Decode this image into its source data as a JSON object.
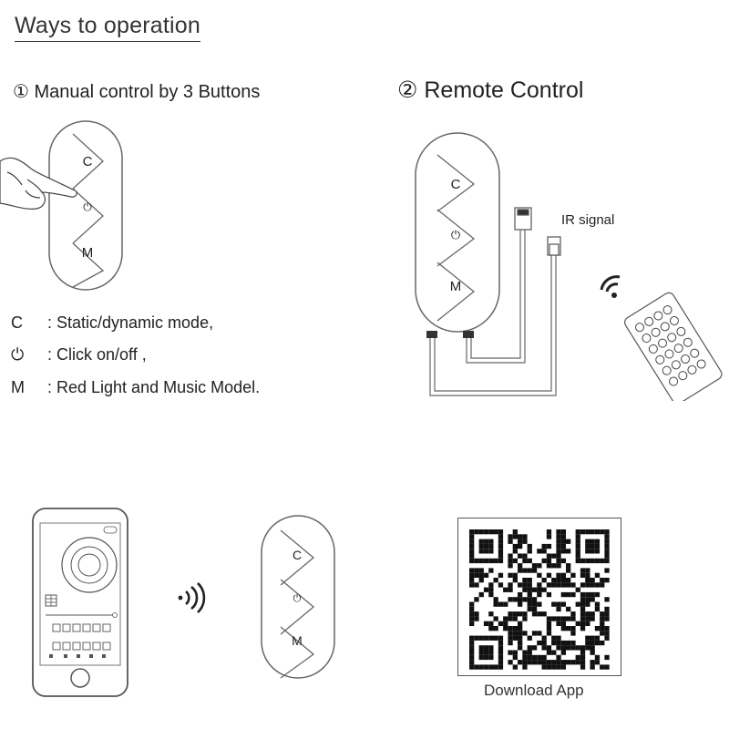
{
  "title": "Ways to operation",
  "section1": {
    "heading": "① Manual control by 3 Buttons"
  },
  "section2": {
    "heading": "② Remote Control",
    "ir_label": "IR signal"
  },
  "controller": {
    "btn_c": "C",
    "btn_power": "⏻",
    "btn_m": "M"
  },
  "legend": [
    {
      "key": "C",
      "text": ": Static/dynamic mode,"
    },
    {
      "key": "⏻",
      "text": ": Click on/off ,"
    },
    {
      "key": "M",
      "text": ": Red Light and Music Model."
    }
  ],
  "app": {
    "download_label": "Download App"
  },
  "colors": {
    "line": "#555555",
    "text": "#222222"
  }
}
